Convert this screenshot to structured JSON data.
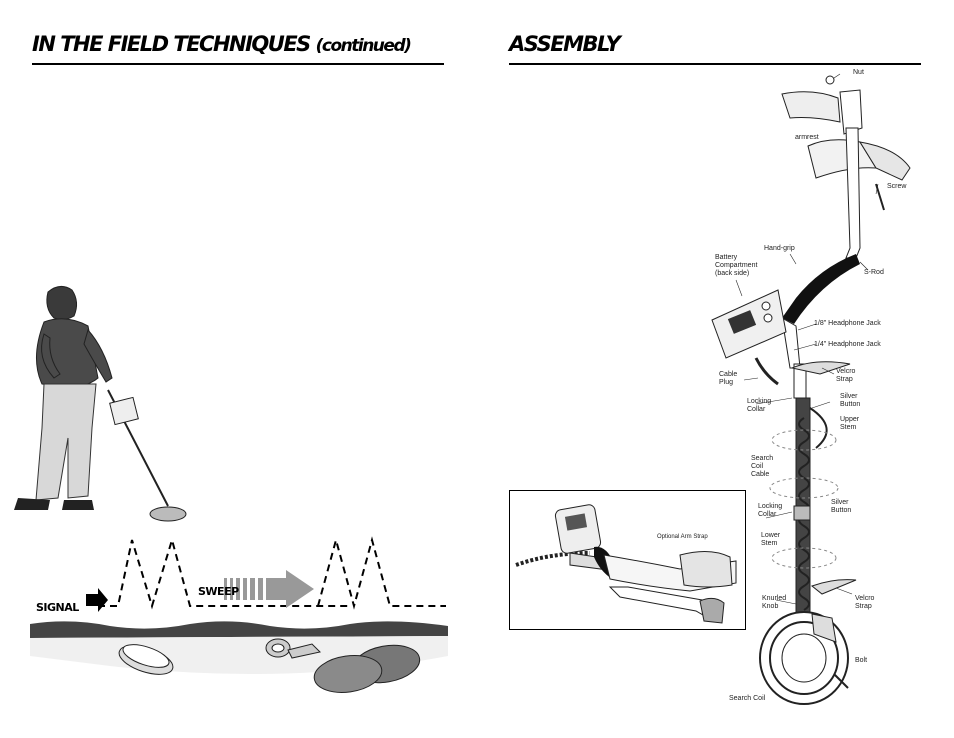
{
  "left_page": {
    "title": "IN THE FIELD TECHNIQUES",
    "title_suffix": "(continued)",
    "signal_label": "SIGNAL",
    "sweep_label": "SWEEP"
  },
  "right_page": {
    "title": "ASSEMBLY",
    "inset_caption": "Optional Arm Strap",
    "parts": {
      "nut": "Nut",
      "armrest": "armrest",
      "screw": "Screw",
      "hand_grip": "Hand-grip",
      "battery": "Battery\nCompartment\n(back side)",
      "s_rod": "S-Rod",
      "jack_18": "1/8\" Headphone Jack",
      "jack_14": "1/4\" Headphone Jack",
      "cable_plug": "Cable\nPlug",
      "velcro_top": "Velcro\nStrap",
      "locking_collar_top": "Locking\nCollar",
      "silver_button_top": "Silver\nButton",
      "upper_stem": "Upper\nStem",
      "search_coil_cable": "Search\nCoil\nCable",
      "locking_collar_bottom": "Locking\nCollar",
      "silver_button_bottom": "Silver\nButton",
      "lower_stem": "Lower\nStem",
      "knurled_knob": "Knurled\nKnob",
      "velcro_bottom": "Velcro\nStrap",
      "bolt": "Bolt",
      "search_coil": "Search Coil"
    }
  }
}
